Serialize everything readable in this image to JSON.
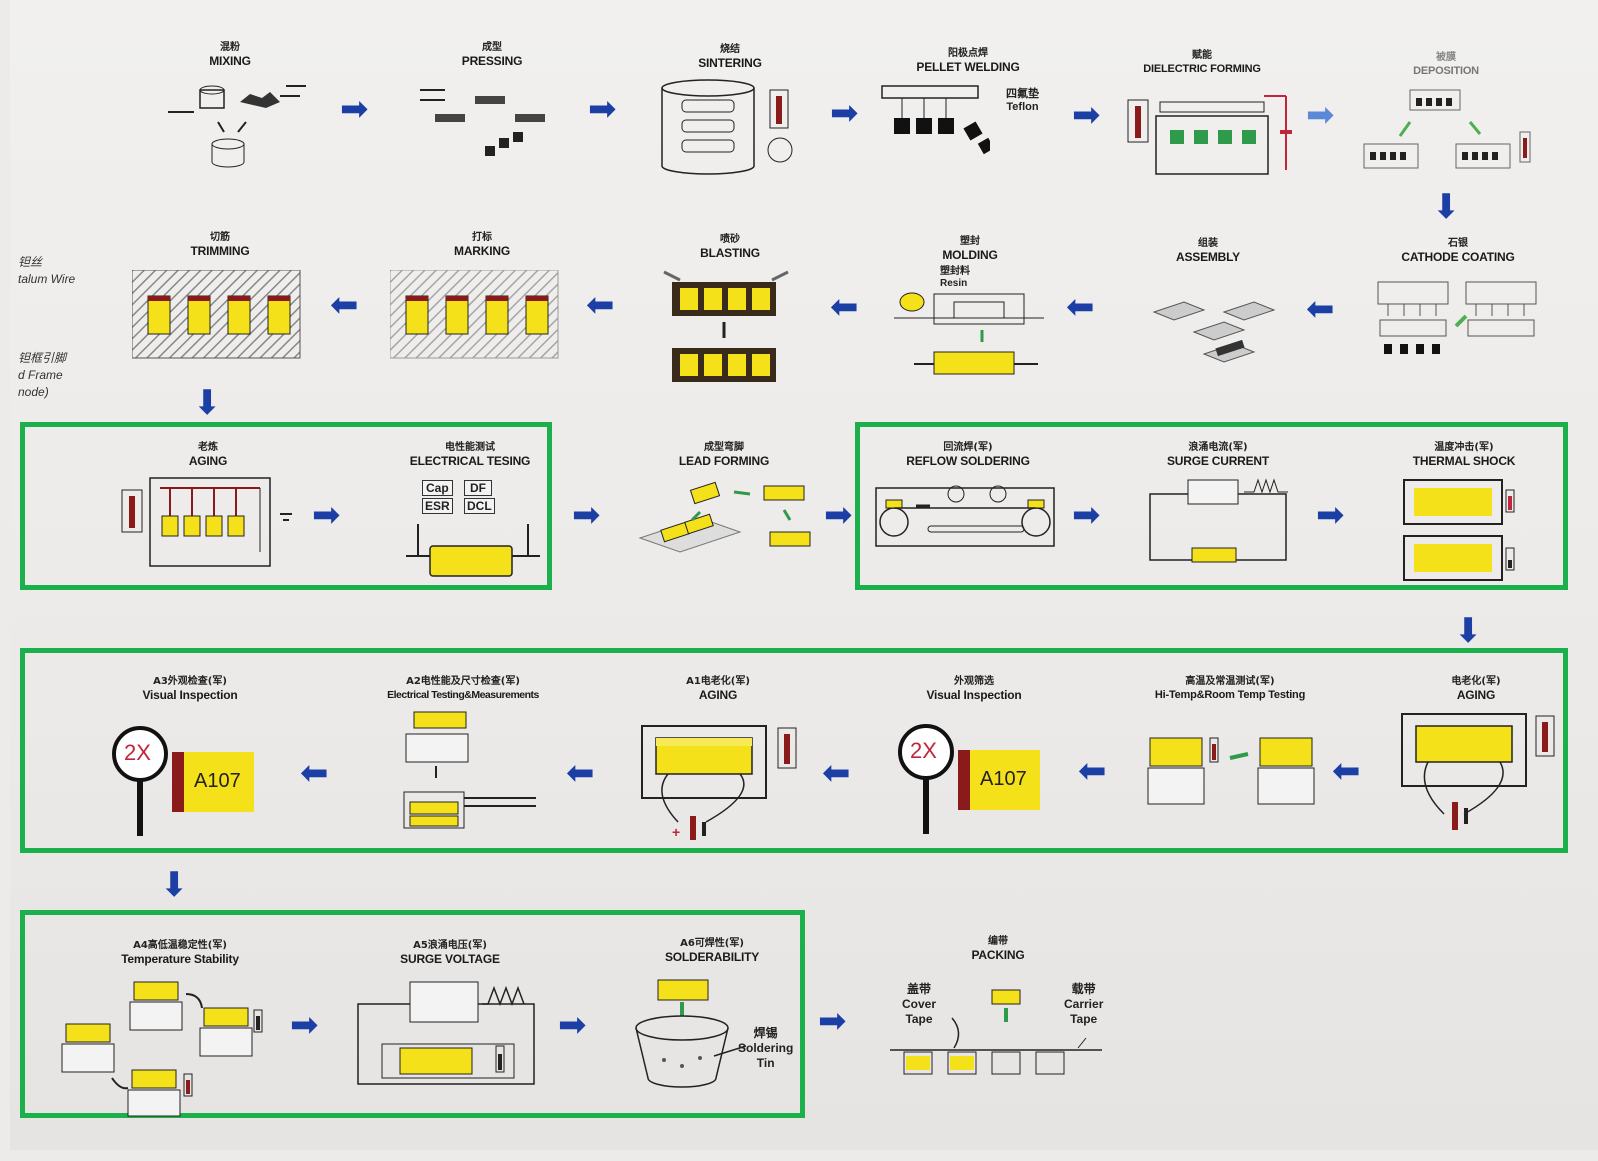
{
  "side_labels": {
    "wire_cn": "钽丝",
    "wire_en": "talum Wire",
    "frame_cn": "钽框引脚",
    "frame_en": "d Frame",
    "anode_en": "node)"
  },
  "row1": [
    {
      "cn": "混粉",
      "en": "MIXING"
    },
    {
      "cn": "成型",
      "en": "PRESSING"
    },
    {
      "cn": "烧结",
      "en": "SINTERING"
    },
    {
      "cn": "阳极点焊",
      "en": "PELLET WELDING"
    },
    {
      "cn": "赋能",
      "en": "DIELECTRIC FORMING"
    },
    {
      "cn": "被膜",
      "en": "DEPOSITION"
    }
  ],
  "row2": [
    {
      "cn": "切筋",
      "en": "TRIMMING"
    },
    {
      "cn": "打标",
      "en": "MARKING"
    },
    {
      "cn": "喷砂",
      "en": "BLASTING"
    },
    {
      "cn": "塑封",
      "en": "MOLDING"
    },
    {
      "cn": "组装",
      "en": "ASSEMBLY"
    },
    {
      "cn": "石银",
      "en": "CATHODE COATING"
    }
  ],
  "row3": [
    {
      "cn": "老炼",
      "en": "AGING"
    },
    {
      "cn": "电性能测试",
      "en": "ELECTRICAL TESING"
    },
    {
      "cn": "成型弯脚",
      "en": "LEAD FORMING"
    },
    {
      "cn": "回流焊(军)",
      "en": "REFLOW SOLDERING"
    },
    {
      "cn": "浪涌电流(军)",
      "en": "SURGE CURRENT"
    },
    {
      "cn": "温度冲击(军)",
      "en": "THERMAL SHOCK"
    }
  ],
  "row4": [
    {
      "cn": "A3外观检查(军)",
      "en": "Visual Inspection"
    },
    {
      "cn": "A2电性能及尺寸检查(军)",
      "en": "Electrical Testing&Measurements"
    },
    {
      "cn": "A1电老化(军)",
      "en": "AGING"
    },
    {
      "cn": "外观筛选",
      "en": "Visual Inspection"
    },
    {
      "cn": "高温及常温测试(军)",
      "en": "Hi-Temp&Room Temp Testing"
    },
    {
      "cn": "电老化(军)",
      "en": "AGING"
    }
  ],
  "row5": [
    {
      "cn": "A4高低温稳定性(军)",
      "en": "Temperature Stability"
    },
    {
      "cn": "A5浪涌电压(军)",
      "en": "SURGE VOLTAGE"
    },
    {
      "cn": "A6可焊性(军)",
      "en": "SOLDERABILITY"
    },
    {
      "cn": "编带",
      "en": "PACKING"
    }
  ],
  "art_text": {
    "teflon_cn": "四氟垫",
    "teflon_en": "Teflon",
    "resin_cn": "塑封料",
    "resin_en": "Resin",
    "cap": "Cap",
    "df": "DF",
    "esr": "ESR",
    "dcl": "DCL",
    "magnifier": "2X",
    "part_code": "A107",
    "cover_cn": "盖带",
    "cover_en1": "Cover",
    "cover_en2": "Tape",
    "carrier_cn": "载带",
    "carrier_en1": "Carrier",
    "carrier_en2": "Tape",
    "solder_cn": "焊锡",
    "solder_en1": "Soldering",
    "solder_en2": "Tin"
  },
  "colors": {
    "frame": "#1bb04b",
    "arrow": "#1c3fa6",
    "capacitor": "#f4e11a",
    "component": "#2f9a4a"
  },
  "arrow_glyphs": {
    "right": "➡",
    "left": "⬅",
    "down": "⬇"
  }
}
